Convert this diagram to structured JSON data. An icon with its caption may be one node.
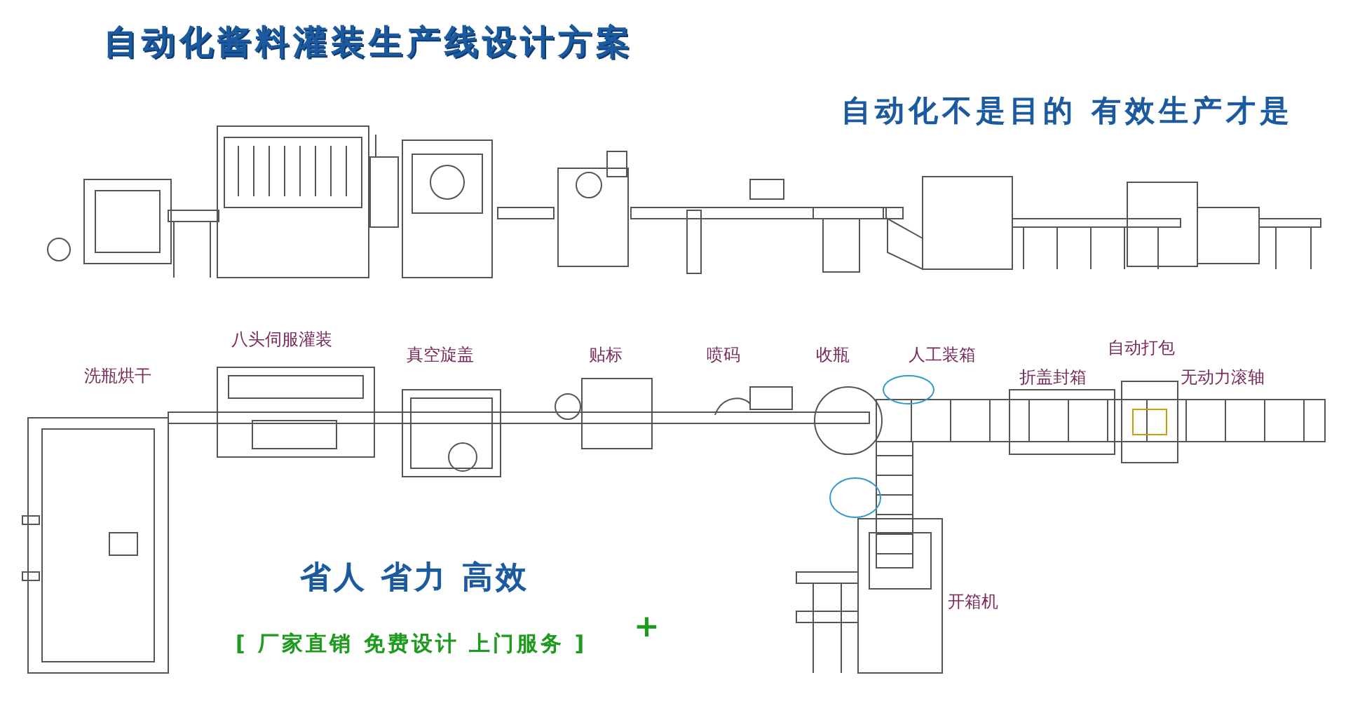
{
  "diagram": {
    "title": "自动化酱料灌装生产线设计方案",
    "labels": [
      "自动化不是目的 有效生产才是",
      "八头伺服灌装",
      "自动打包",
      "洗瓶烘干",
      "真空旋盖",
      "贴标",
      "喷码",
      "收瓶",
      "人工装箱",
      "折盖封箱",
      "无动力滚轴",
      "开箱机",
      "省人 省力 高效",
      "[ 厂家直销 免费设计 上门服务 ]",
      "+"
    ]
  }
}
